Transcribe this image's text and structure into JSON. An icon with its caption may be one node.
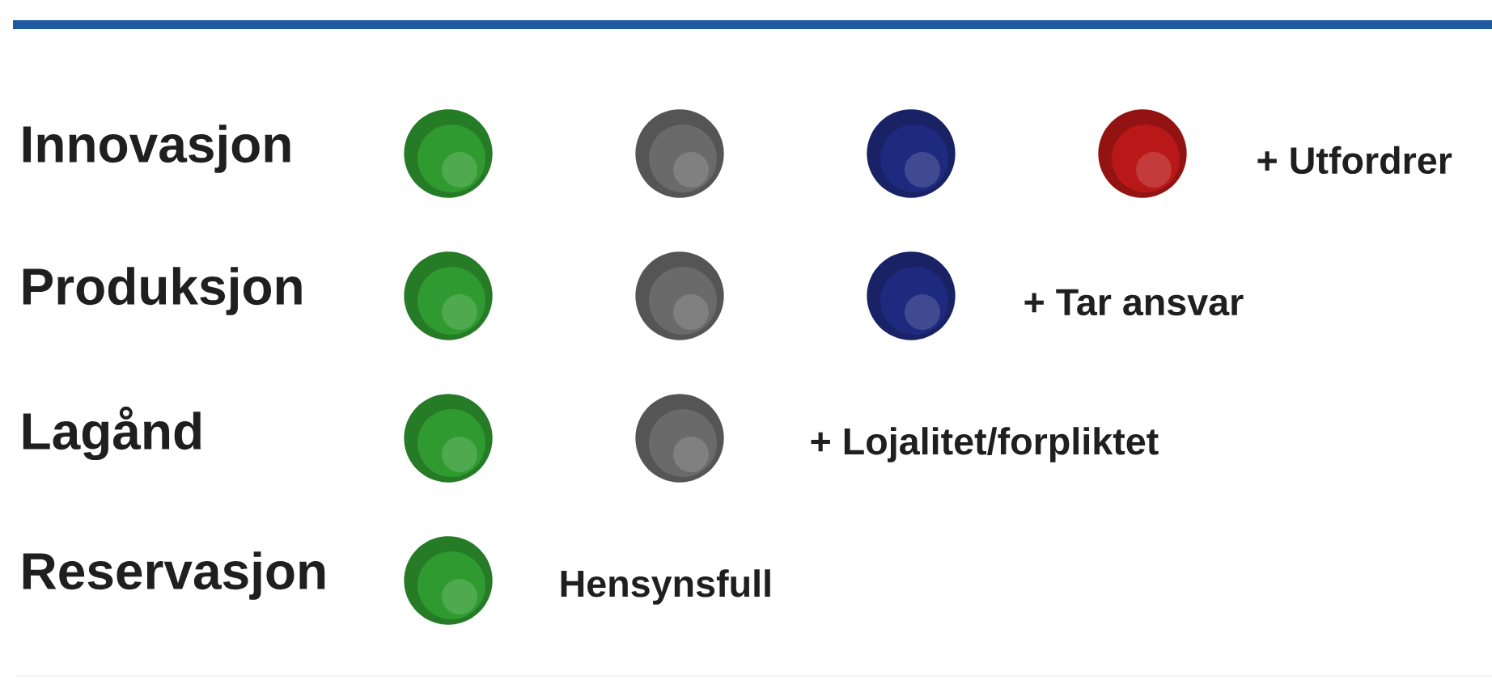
{
  "diagram": {
    "nodes": [
      {
        "text": [],
        "shape": "circle"
      },
      {
        "text": [],
        "shape": "circle"
      },
      {
        "text": [],
        "shape": "circle"
      },
      {
        "text": [],
        "shape": "circle"
      },
      {
        "text": [],
        "shape": "circle"
      },
      {
        "text": [],
        "shape": "circle"
      },
      {
        "text": [],
        "shape": "circle"
      },
      {
        "text": [],
        "shape": "circle"
      },
      {
        "text": [],
        "shape": "circle"
      },
      {
        "text": [],
        "shape": "circle"
      }
    ],
    "labels": [
      "Innovasjon",
      "+ Utfordrer",
      "Produksjon",
      "+ Tar ansvar",
      "Lagånd",
      "+ Lojalitet/forpliktet",
      "Reservasjon",
      "Hensynsfull"
    ]
  }
}
